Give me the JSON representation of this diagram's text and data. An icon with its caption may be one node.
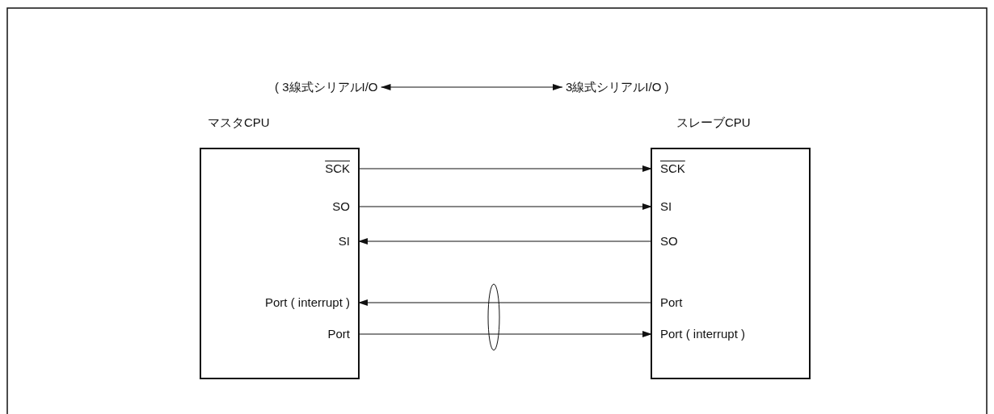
{
  "diagram": {
    "nodes": [
      {
        "text": [
          "( 3線式シリアルI/O"
        ]
      },
      {
        "text": [
          "3線式シリアルI/O )"
        ]
      },
      {
        "text": [
          "マスタCPU"
        ]
      },
      {
        "text": [
          "SCK"
        ],
        "in": 2
      },
      {
        "text": [
          "SO"
        ],
        "in": 2
      },
      {
        "text": [
          "SI"
        ],
        "in": 2
      },
      {
        "text": [
          "Port ( interrupt )"
        ],
        "in": 2
      },
      {
        "text": [
          "Port"
        ],
        "in": 2
      },
      {
        "text": [
          "スレーブCPU"
        ]
      },
      {
        "text": [
          "SCK"
        ],
        "in": 8
      },
      {
        "text": [
          "SI"
        ],
        "in": 8
      },
      {
        "text": [
          "SO"
        ],
        "in": 8
      },
      {
        "text": [
          "Port"
        ],
        "in": 8
      },
      {
        "text": [
          "Port ( interrupt )"
        ],
        "in": 8
      },
      {
        "text": [],
        "shape": "ellipse"
      }
    ],
    "edges": [
      {
        "from": 0,
        "to": 1,
        "arrow": "both"
      },
      {
        "from": 3,
        "to": 9,
        "arrow": "to"
      },
      {
        "from": 4,
        "to": 10,
        "arrow": "to"
      },
      {
        "from": 11,
        "to": 5,
        "arrow": "to"
      },
      {
        "from": 12,
        "to": 6,
        "arrow": "to"
      },
      {
        "from": 7,
        "to": 13,
        "arrow": "to"
      }
    ]
  }
}
